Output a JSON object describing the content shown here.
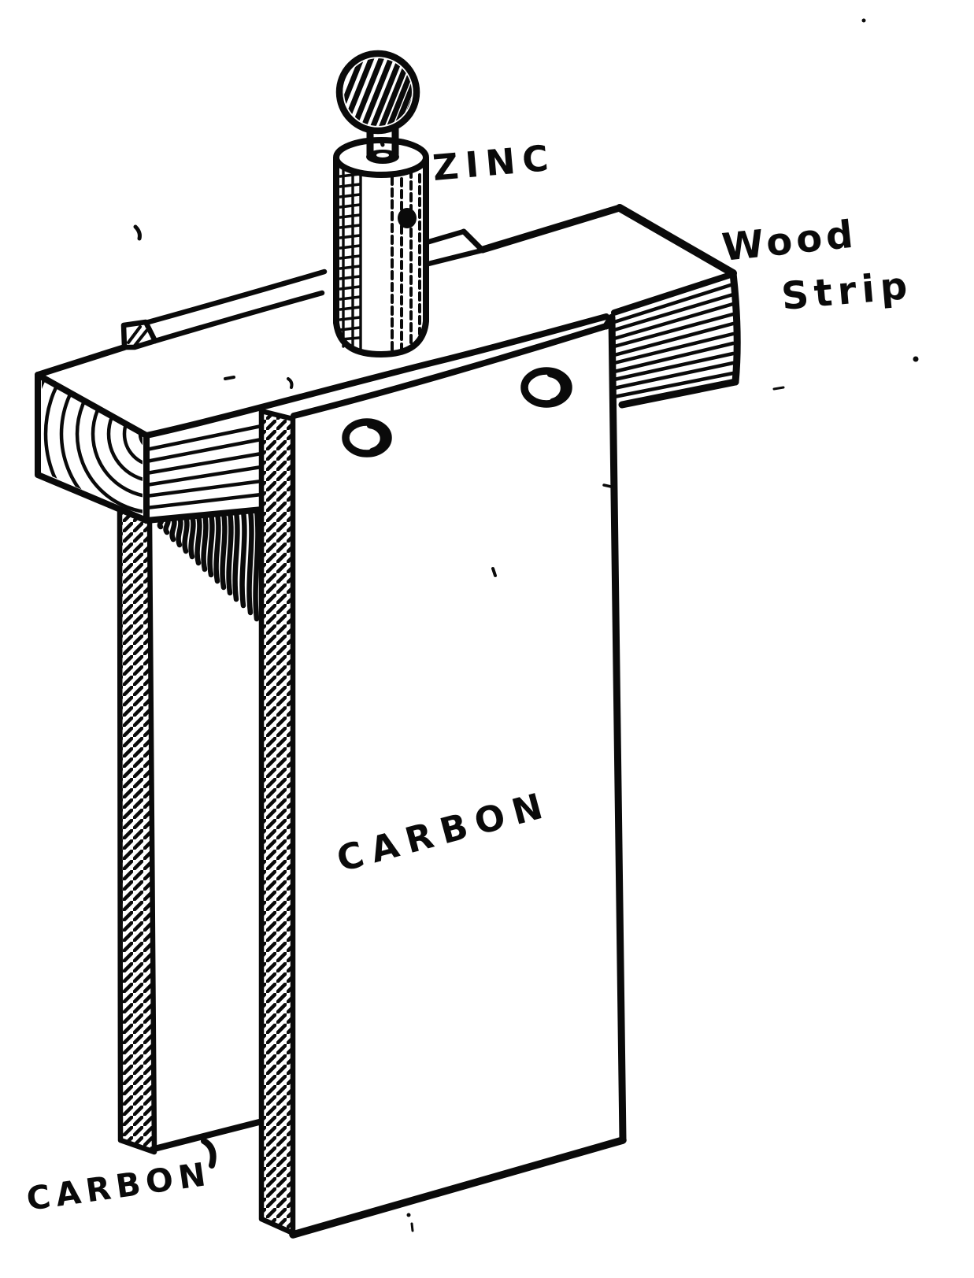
{
  "figure": {
    "background": "#ffffff",
    "ink": "#0a0a0a",
    "labels": {
      "zinc": "ZINC",
      "wood_line1": "Wood",
      "wood_line2": "Strip",
      "carbon_front": "CARBON",
      "carbon_rear": "CARBON"
    }
  }
}
